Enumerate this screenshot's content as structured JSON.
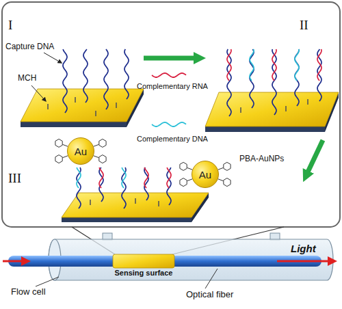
{
  "diagram": {
    "nodes": [
      {
        "text": [
          "Au"
        ]
      },
      {
        "text": [
          "Au"
        ]
      }
    ],
    "labels": [
      "I",
      "Capture DNA",
      "MCH",
      "Complementary RNA",
      "Complementary DNA",
      "II",
      "PBA-AuNPs",
      "III",
      "Sensing surface",
      "Light",
      "Flow cell",
      "Optical fiber"
    ]
  }
}
